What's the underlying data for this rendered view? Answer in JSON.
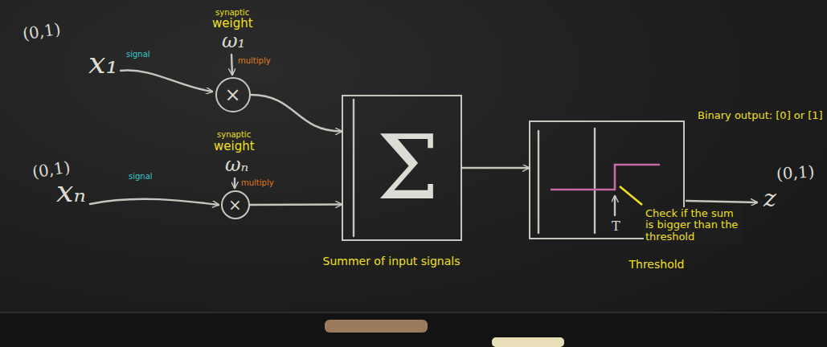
{
  "diagram": {
    "nodes": [
      {
        "text": [
          "×"
        ]
      },
      {
        "text": [
          "×"
        ]
      },
      {
        "text": [
          "Σ",
          "Summer of input signals"
        ]
      },
      {
        "text": [
          "T",
          "Threshold"
        ]
      }
    ],
    "edges": [
      {
        "from": 0,
        "to": 2,
        "arrow": "to"
      },
      {
        "from": 1,
        "to": 2,
        "arrow": "to"
      },
      {
        "from": 2,
        "to": 3,
        "arrow": "to"
      }
    ],
    "labels": [
      "(0,1)",
      "x₁",
      "signal",
      "synaptic",
      "weight",
      "ω₁",
      "multiply",
      "(0,1)",
      "xₙ",
      "signal",
      "synaptic",
      "weight",
      "ωₙ",
      "multiply",
      "Check if the sum is bigger than the threshold",
      "(0,1)",
      "z",
      "Binary output: [0] or [1]"
    ]
  }
}
